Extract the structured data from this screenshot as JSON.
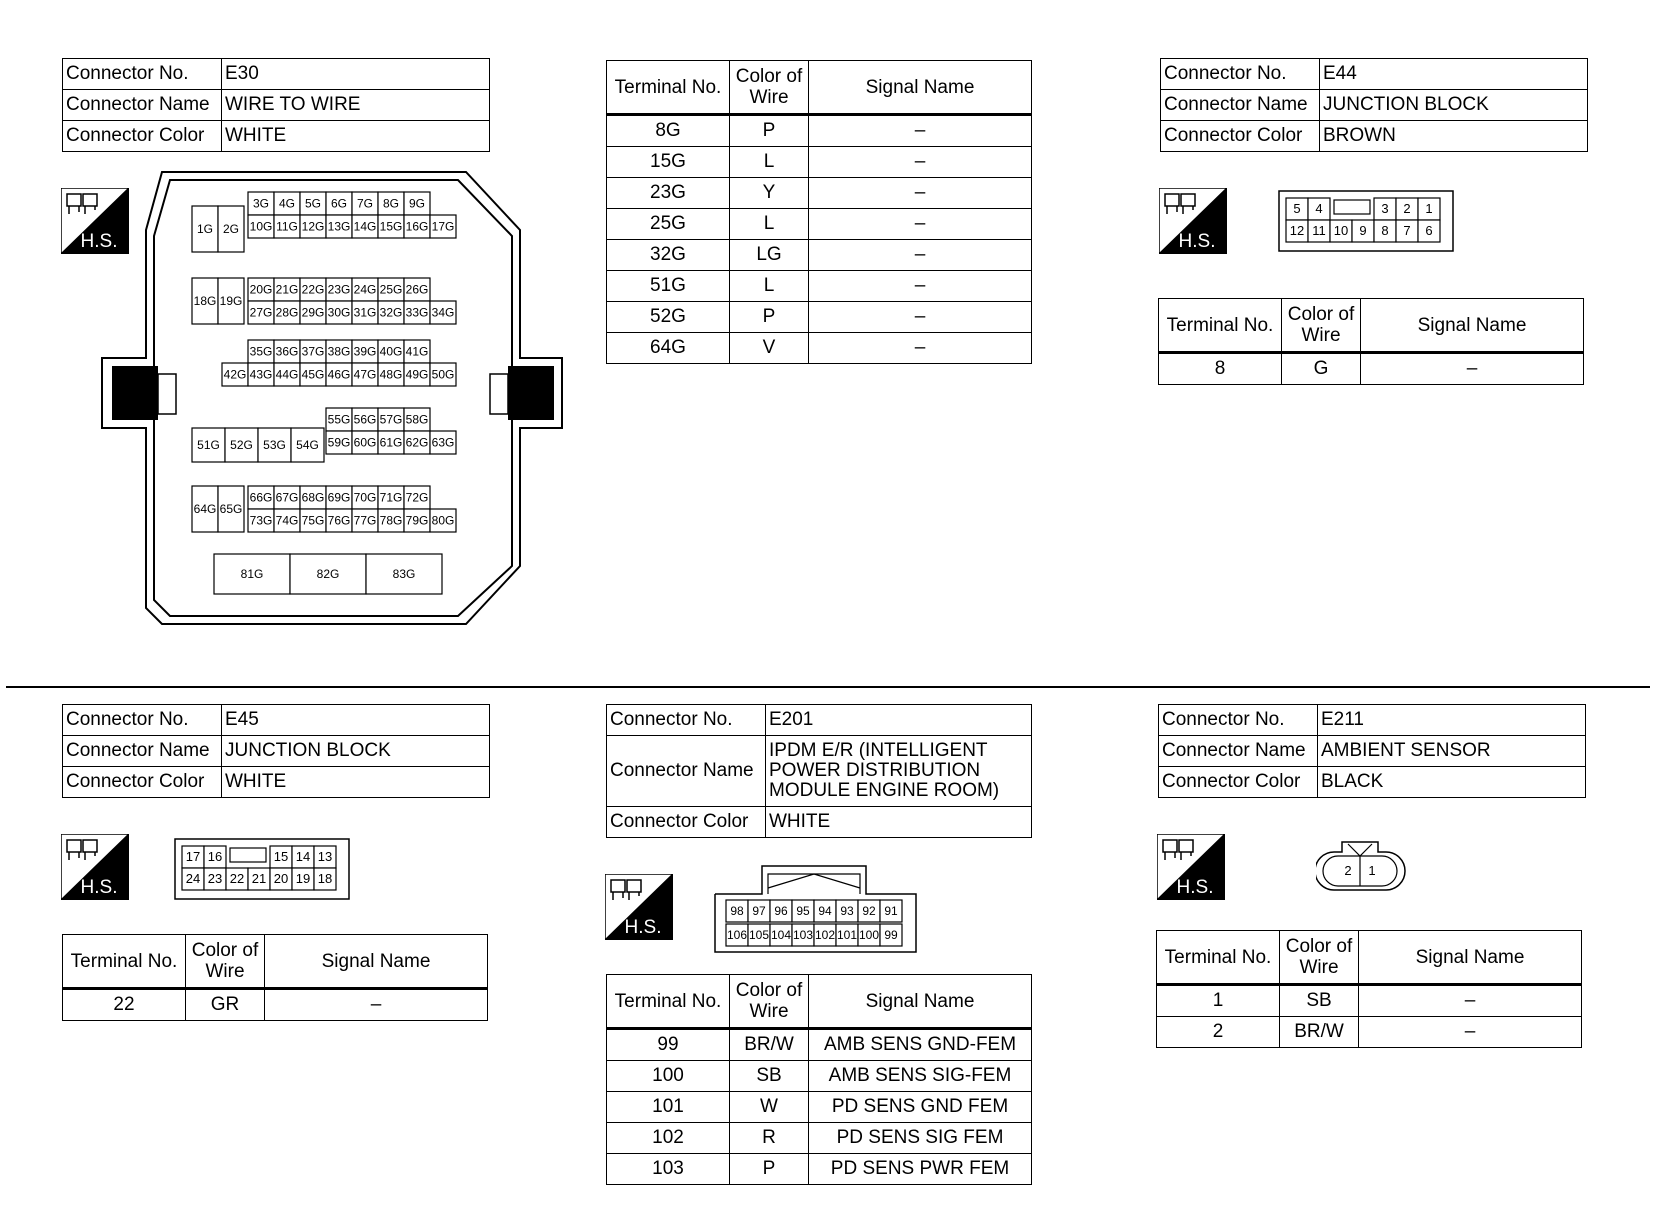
{
  "hs_label": "H.S.",
  "e30": {
    "info": [
      {
        "label": "Connector No.",
        "value": "E30"
      },
      {
        "label": "Connector Name",
        "value": "WIRE TO WIRE"
      },
      {
        "label": "Connector Color",
        "value": "WHITE"
      }
    ],
    "headers": {
      "terminal": "Terminal No.",
      "color": "Color of Wire",
      "signal": "Signal Name"
    },
    "rows": [
      {
        "terminal": "8G",
        "color": "P",
        "signal": "–"
      },
      {
        "terminal": "15G",
        "color": "L",
        "signal": "–"
      },
      {
        "terminal": "23G",
        "color": "Y",
        "signal": "–"
      },
      {
        "terminal": "25G",
        "color": "L",
        "signal": "–"
      },
      {
        "terminal": "32G",
        "color": "LG",
        "signal": "–"
      },
      {
        "terminal": "51G",
        "color": "L",
        "signal": "–"
      },
      {
        "terminal": "52G",
        "color": "P",
        "signal": "–"
      },
      {
        "terminal": "64G",
        "color": "V",
        "signal": "–"
      }
    ],
    "pins": {
      "r1_left": [
        "1G",
        "2G"
      ],
      "r1_top": [
        "3G",
        "4G",
        "5G",
        "6G",
        "7G",
        "8G",
        "9G"
      ],
      "r1_bot": [
        "10G",
        "11G",
        "12G",
        "13G",
        "14G",
        "15G",
        "16G",
        "17G"
      ],
      "r2_left": [
        "18G",
        "19G"
      ],
      "r2_top": [
        "20G",
        "21G",
        "22G",
        "23G",
        "24G",
        "25G",
        "26G"
      ],
      "r2_bot": [
        "27G",
        "28G",
        "29G",
        "30G",
        "31G",
        "32G",
        "33G",
        "34G"
      ],
      "r3_top": [
        "35G",
        "36G",
        "37G",
        "38G",
        "39G",
        "40G",
        "41G"
      ],
      "r3_bot": [
        "42G",
        "43G",
        "44G",
        "45G",
        "46G",
        "47G",
        "48G",
        "49G",
        "50G"
      ],
      "r4_left": [
        "51G",
        "52G",
        "53G",
        "54G"
      ],
      "r4_top": [
        "55G",
        "56G",
        "57G",
        "58G"
      ],
      "r4_bot": [
        "59G",
        "60G",
        "61G",
        "62G",
        "63G"
      ],
      "r5_left": [
        "64G",
        "65G"
      ],
      "r5_top": [
        "66G",
        "67G",
        "68G",
        "69G",
        "70G",
        "71G",
        "72G"
      ],
      "r5_bot": [
        "73G",
        "74G",
        "75G",
        "76G",
        "77G",
        "78G",
        "79G",
        "80G"
      ],
      "r6": [
        "81G",
        "82G",
        "83G"
      ]
    }
  },
  "e44": {
    "info": [
      {
        "label": "Connector No.",
        "value": "E44"
      },
      {
        "label": "Connector Name",
        "value": "JUNCTION BLOCK"
      },
      {
        "label": "Connector Color",
        "value": "BROWN"
      }
    ],
    "headers": {
      "terminal": "Terminal No.",
      "color": "Color of Wire",
      "signal": "Signal Name"
    },
    "rows": [
      {
        "terminal": "8",
        "color": "G",
        "signal": "–"
      }
    ],
    "pins_top": [
      "5",
      "4",
      "3",
      "2",
      "1"
    ],
    "pins_bot": [
      "12",
      "11",
      "10",
      "9",
      "8",
      "7",
      "6"
    ]
  },
  "e45": {
    "info": [
      {
        "label": "Connector No.",
        "value": "E45"
      },
      {
        "label": "Connector Name",
        "value": "JUNCTION BLOCK"
      },
      {
        "label": "Connector Color",
        "value": "WHITE"
      }
    ],
    "headers": {
      "terminal": "Terminal No.",
      "color": "Color of Wire",
      "signal": "Signal Name"
    },
    "rows": [
      {
        "terminal": "22",
        "color": "GR",
        "signal": "–"
      }
    ],
    "pins_top": [
      "17",
      "16",
      "15",
      "14",
      "13"
    ],
    "pins_bot": [
      "24",
      "23",
      "22",
      "21",
      "20",
      "19",
      "18"
    ]
  },
  "e201": {
    "info": [
      {
        "label": "Connector No.",
        "value": "E201"
      },
      {
        "label": "Connector Name",
        "value": "IPDM E/R (INTELLIGENT POWER DISTRIBUTION MODULE ENGINE ROOM)"
      },
      {
        "label": "Connector Color",
        "value": "WHITE"
      }
    ],
    "name_lines": [
      "IPDM E/R (INTELLIGENT",
      "POWER DISTRIBUTION",
      "MODULE ENGINE ROOM)"
    ],
    "headers": {
      "terminal": "Terminal No.",
      "color": "Color of Wire",
      "signal": "Signal Name"
    },
    "rows": [
      {
        "terminal": "99",
        "color": "BR/W",
        "signal": "AMB SENS GND-FEM"
      },
      {
        "terminal": "100",
        "color": "SB",
        "signal": "AMB SENS SIG-FEM"
      },
      {
        "terminal": "101",
        "color": "W",
        "signal": "PD SENS GND FEM"
      },
      {
        "terminal": "102",
        "color": "R",
        "signal": "PD SENS SIG FEM"
      },
      {
        "terminal": "103",
        "color": "P",
        "signal": "PD SENS PWR FEM"
      }
    ],
    "pins_top": [
      "98",
      "97",
      "96",
      "95",
      "94",
      "93",
      "92",
      "91"
    ],
    "pins_bot": [
      "106",
      "105",
      "104",
      "103",
      "102",
      "101",
      "100",
      "99"
    ]
  },
  "e211": {
    "info": [
      {
        "label": "Connector No.",
        "value": "E211"
      },
      {
        "label": "Connector Name",
        "value": "AMBIENT SENSOR"
      },
      {
        "label": "Connector Color",
        "value": "BLACK"
      }
    ],
    "headers": {
      "terminal": "Terminal No.",
      "color": "Color of Wire",
      "signal": "Signal Name"
    },
    "rows": [
      {
        "terminal": "1",
        "color": "SB",
        "signal": "–"
      },
      {
        "terminal": "2",
        "color": "BR/W",
        "signal": "–"
      }
    ],
    "pins": [
      "2",
      "1"
    ]
  }
}
